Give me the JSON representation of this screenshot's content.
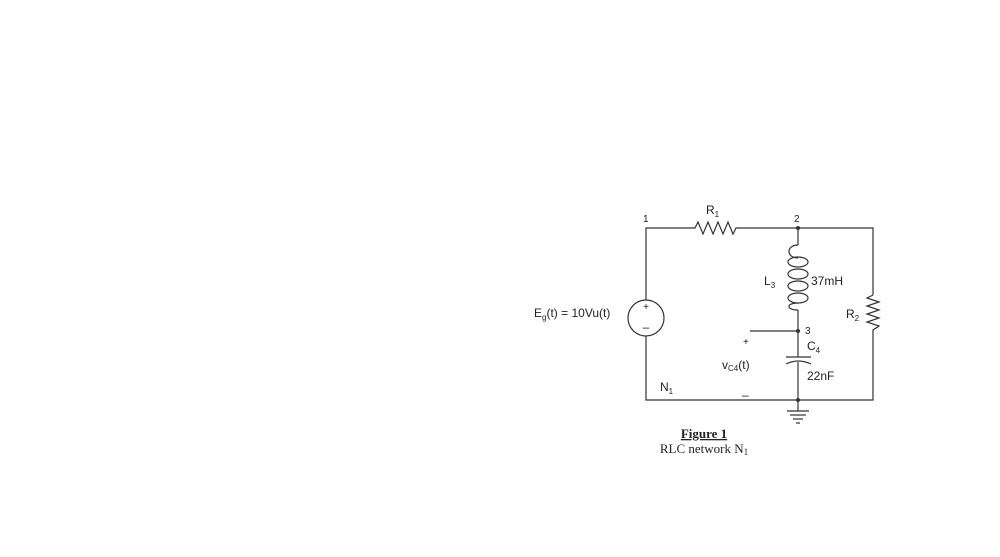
{
  "circuit": {
    "nodes": {
      "n1": "1",
      "n2": "2",
      "n3": "3"
    },
    "source": {
      "label_main": "E",
      "label_sub": "g",
      "label_rest": "(t) = 10Vu(t)",
      "plus": "+",
      "minus": "–"
    },
    "r1": {
      "main": "R",
      "sub": "1"
    },
    "r2": {
      "main": "R",
      "sub": "2"
    },
    "l3": {
      "main": "L",
      "sub": "3",
      "value": "37mH"
    },
    "c4": {
      "main": "C",
      "sub": "4",
      "value": "22nF"
    },
    "vc4": {
      "main": "v",
      "sub": "C4",
      "rest": "(t)",
      "plus": "+",
      "minus": "–"
    },
    "network": {
      "main": "N",
      "sub": "1"
    }
  },
  "caption": {
    "title": "Figure 1",
    "subtitle_main": "RLC network N",
    "subtitle_sub": "1"
  }
}
